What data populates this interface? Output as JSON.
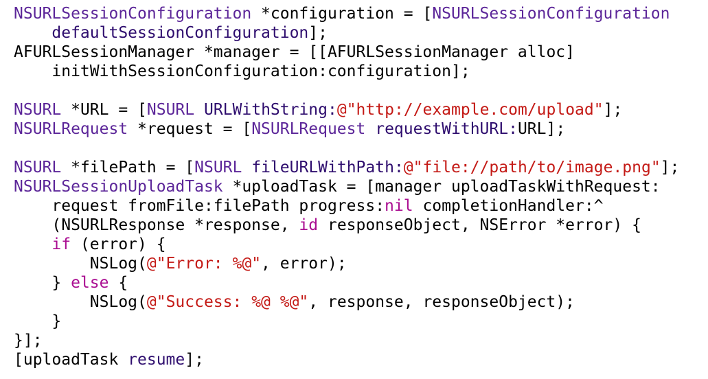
{
  "editor": {
    "colors": {
      "plain": "#000000",
      "type": "#5c2699",
      "method": "#2e0d6e",
      "str": "#c41a16",
      "kw": "#aa0d91",
      "background": "#ffffff"
    },
    "lines": [
      [
        [
          "type",
          "NSURLSessionConfiguration"
        ],
        [
          "plain",
          " *configuration = ["
        ],
        [
          "type",
          "NSURLSessionConfiguration"
        ]
      ],
      [
        [
          "plain",
          "    "
        ],
        [
          "method",
          "defaultSessionConfiguration"
        ],
        [
          "plain",
          "];"
        ]
      ],
      [
        [
          "plain",
          "AFURLSessionManager *manager = [[AFURLSessionManager alloc]"
        ]
      ],
      [
        [
          "plain",
          "    initWithSessionConfiguration:configuration];"
        ]
      ],
      [
        [
          "plain",
          ""
        ]
      ],
      [
        [
          "type",
          "NSURL"
        ],
        [
          "plain",
          " *URL = ["
        ],
        [
          "type",
          "NSURL"
        ],
        [
          "plain",
          " "
        ],
        [
          "method",
          "URLWithString:"
        ],
        [
          "str",
          "@\"http://example.com/upload\""
        ],
        [
          "plain",
          "];"
        ]
      ],
      [
        [
          "type",
          "NSURLRequest"
        ],
        [
          "plain",
          " *request = ["
        ],
        [
          "type",
          "NSURLRequest"
        ],
        [
          "plain",
          " "
        ],
        [
          "method",
          "requestWithURL:"
        ],
        [
          "plain",
          "URL];"
        ]
      ],
      [
        [
          "plain",
          ""
        ]
      ],
      [
        [
          "type",
          "NSURL"
        ],
        [
          "plain",
          " *filePath = ["
        ],
        [
          "type",
          "NSURL"
        ],
        [
          "plain",
          " "
        ],
        [
          "method",
          "fileURLWithPath:"
        ],
        [
          "str",
          "@\"file://path/to/image.png\""
        ],
        [
          "plain",
          "];"
        ]
      ],
      [
        [
          "type",
          "NSURLSessionUploadTask"
        ],
        [
          "plain",
          " *uploadTask = [manager uploadTaskWithRequest:"
        ]
      ],
      [
        [
          "plain",
          "    request fromFile:filePath progress:"
        ],
        [
          "kw",
          "nil"
        ],
        [
          "plain",
          " completionHandler:^"
        ]
      ],
      [
        [
          "plain",
          "    (NSURLResponse *response, "
        ],
        [
          "kw",
          "id"
        ],
        [
          "plain",
          " responseObject, NSError *error) {"
        ]
      ],
      [
        [
          "plain",
          "    "
        ],
        [
          "kw",
          "if"
        ],
        [
          "plain",
          " (error) {"
        ]
      ],
      [
        [
          "plain",
          "        NSLog("
        ],
        [
          "str",
          "@\"Error: %@\""
        ],
        [
          "plain",
          ", error);"
        ]
      ],
      [
        [
          "plain",
          "    } "
        ],
        [
          "kw",
          "else"
        ],
        [
          "plain",
          " {"
        ]
      ],
      [
        [
          "plain",
          "        NSLog("
        ],
        [
          "str",
          "@\"Success: %@ %@\""
        ],
        [
          "plain",
          ", response, responseObject);"
        ]
      ],
      [
        [
          "plain",
          "    }"
        ]
      ],
      [
        [
          "plain",
          "}];"
        ]
      ],
      [
        [
          "plain",
          "[uploadTask "
        ],
        [
          "method",
          "resume"
        ],
        [
          "plain",
          "];"
        ]
      ]
    ]
  }
}
